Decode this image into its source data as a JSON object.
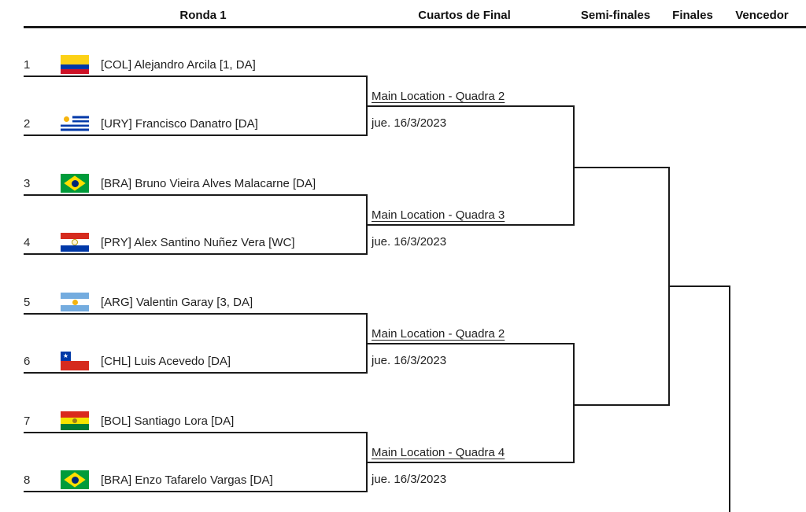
{
  "header": {
    "columns": [
      {
        "label": "Ronda 1"
      },
      {
        "label": "Cuartos de Final"
      },
      {
        "label": "Semi-finales"
      },
      {
        "label": "Finales"
      },
      {
        "label": "Vencedor"
      }
    ]
  },
  "players": [
    {
      "seed": "1",
      "country_code": "COL",
      "flag": "colombia",
      "label": "[COL] Alejandro Arcila [1, DA]"
    },
    {
      "seed": "2",
      "country_code": "URY",
      "flag": "uruguay",
      "label": "[URY] Francisco Danatro [DA]"
    },
    {
      "seed": "3",
      "country_code": "BRA",
      "flag": "brazil",
      "label": "[BRA] Bruno Vieira Alves Malacarne [DA]"
    },
    {
      "seed": "4",
      "country_code": "PRY",
      "flag": "paraguay",
      "label": "[PRY] Alex Santino Nuñez Vera [WC]"
    },
    {
      "seed": "5",
      "country_code": "ARG",
      "flag": "argentina",
      "label": "[ARG] Valentin Garay [3, DA]"
    },
    {
      "seed": "6",
      "country_code": "CHL",
      "flag": "chile",
      "label": "[CHL] Luis Acevedo [DA]"
    },
    {
      "seed": "7",
      "country_code": "BOL",
      "flag": "bolivia",
      "label": "[BOL] Santiago Lora [DA]"
    },
    {
      "seed": "8",
      "country_code": "BRA",
      "flag": "brazil",
      "label": "[BRA] Enzo Tafarelo Vargas [DA]"
    }
  ],
  "quarterfinals": [
    {
      "location": "Main Location - Quadra 2",
      "date": "jue. 16/3/2023"
    },
    {
      "location": "Main Location - Quadra 3",
      "date": "jue. 16/3/2023"
    },
    {
      "location": "Main Location - Quadra 2",
      "date": "jue. 16/3/2023"
    },
    {
      "location": "Main Location - Quadra 4",
      "date": "jue. 16/3/2023"
    }
  ],
  "colors": {
    "line": "#1a1a1a",
    "text": "#1f1f1f",
    "background": "#ffffff",
    "flags": {
      "colombia": [
        "#FCD116",
        "#0038A8",
        "#CE1126"
      ],
      "uruguay": [
        "#FFFFFF",
        "#0038A8",
        "#F6B40E"
      ],
      "brazil": [
        "#009B3A",
        "#FEDF00",
        "#002776"
      ],
      "paraguay": [
        "#D52B1E",
        "#FFFFFF",
        "#0038A8"
      ],
      "argentina": [
        "#74ACDF",
        "#FFFFFF",
        "#F6B40E"
      ],
      "chile": [
        "#FFFFFF",
        "#0039A6",
        "#D52B1E"
      ],
      "bolivia": [
        "#DA291C",
        "#F4E400",
        "#007A33"
      ]
    }
  }
}
